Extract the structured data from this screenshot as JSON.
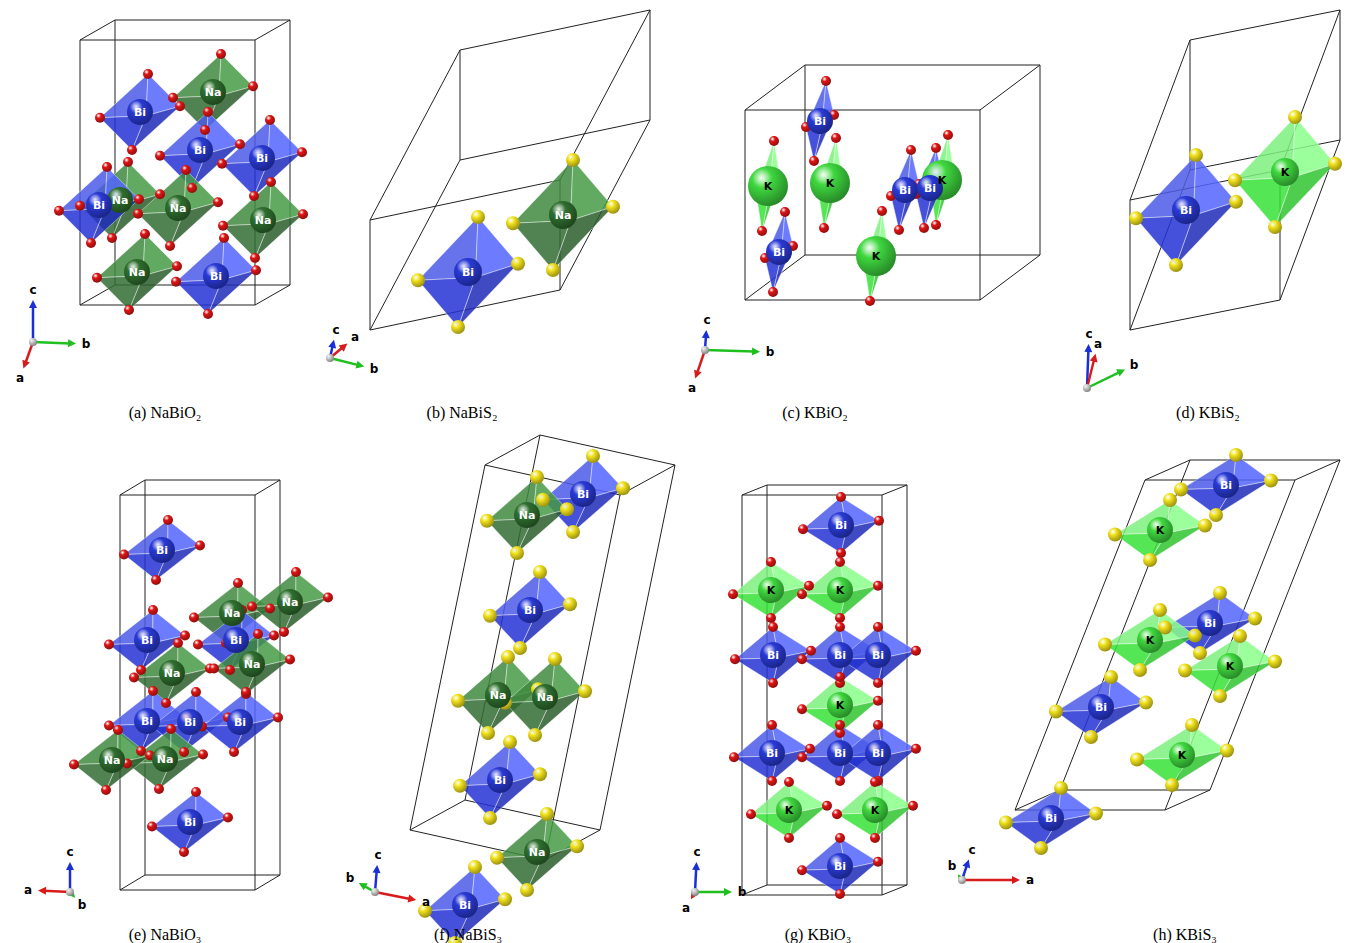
{
  "diagram": {
    "labels": [
      "Bi",
      "Na",
      "Na",
      "Bi",
      "Bi",
      "Bi",
      "Na",
      "Na",
      "Na",
      "Bi",
      "c",
      "b",
      "a",
      "(a) NaBiO₂",
      "Bi",
      "Na",
      "c",
      "a",
      "b",
      "(b) NaBiS₂",
      "Bi",
      "K",
      "K",
      "K",
      "Bi",
      "Bi",
      "Bi",
      "K",
      "c",
      "b",
      "a",
      "(c) KBiO₂",
      "K",
      "Bi",
      "c",
      "a",
      "b",
      "(d) KBiS₂",
      "Bi",
      "Na",
      "Na",
      "Bi",
      "Bi",
      "Na",
      "Na",
      "Bi",
      "Bi",
      "Bi",
      "Na",
      "Na",
      "Bi",
      "c",
      "a",
      "b",
      "(e) NaBiO₃",
      "Bi",
      "Na",
      "Bi",
      "Na",
      "Na",
      "Bi",
      "Na",
      "Bi",
      "c",
      "b",
      "a",
      "(f) NaBiS₃",
      "Bi",
      "K",
      "K",
      "Bi",
      "Bi",
      "Bi",
      "K",
      "Bi",
      "Bi",
      "Bi",
      "K",
      "K",
      "Bi",
      "c",
      "b",
      "a",
      "(g) KBiO₃",
      "Bi",
      "K",
      "Bi",
      "K",
      "K",
      "Bi",
      "K",
      "Bi",
      "c",
      "b",
      "a",
      "(h) KBiS₃"
    ]
  }
}
